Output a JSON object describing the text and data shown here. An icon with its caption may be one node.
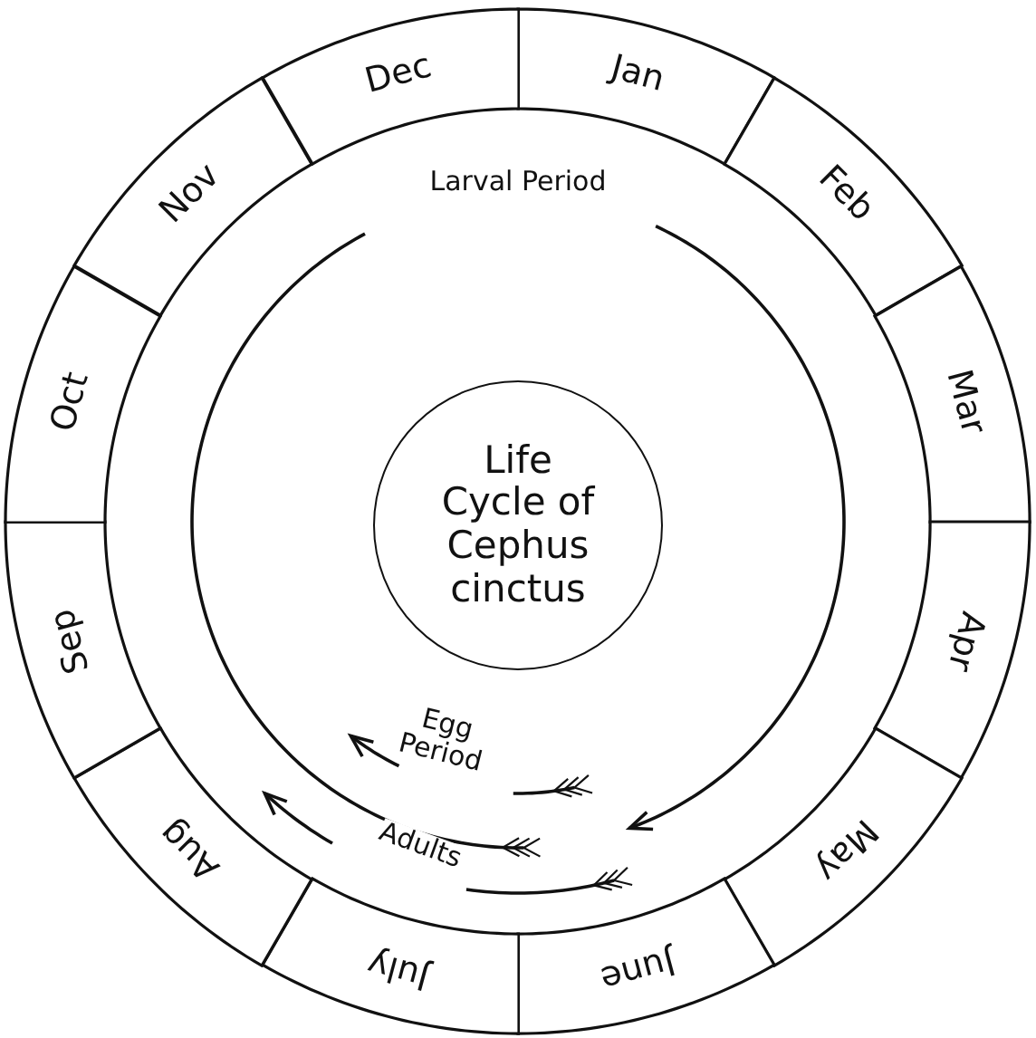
{
  "diagram": {
    "nodes": [
      {
        "text": [
          "Jan"
        ]
      },
      {
        "text": [
          "Feb"
        ]
      },
      {
        "text": [
          "Mar"
        ]
      },
      {
        "text": [
          "Apr"
        ]
      },
      {
        "text": [
          "May"
        ]
      },
      {
        "text": [
          "June"
        ]
      },
      {
        "text": [
          "July"
        ]
      },
      {
        "text": [
          "Aug"
        ]
      },
      {
        "text": [
          "Sep"
        ]
      },
      {
        "text": [
          "Oct"
        ]
      },
      {
        "text": [
          "Nov"
        ]
      },
      {
        "text": [
          "Dec"
        ]
      },
      {
        "text": [
          "Life Cycle of Cephus cinctus"
        ]
      }
    ],
    "labels": [
      "Larval Period",
      "Egg Period",
      "Adults"
    ]
  }
}
